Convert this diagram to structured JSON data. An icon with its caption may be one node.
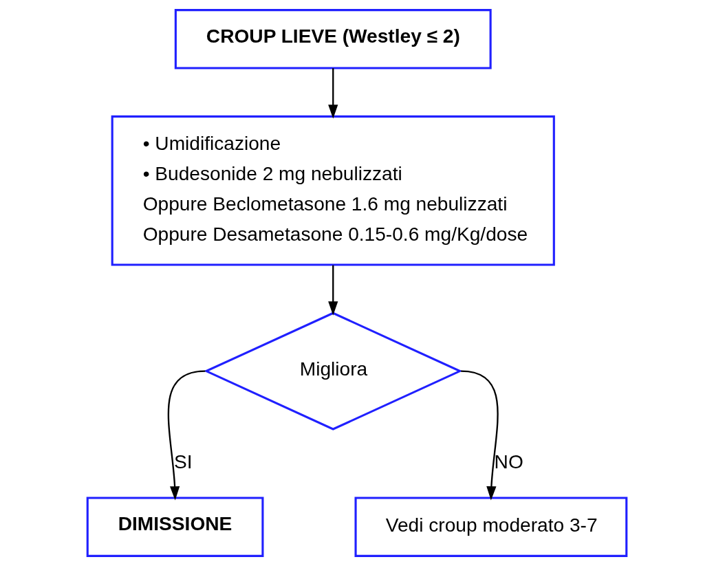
{
  "diagram": {
    "nodes": [
      {
        "text": [
          "CROUP LIEVE (Westley ≤ 2)"
        ]
      },
      {
        "text": [
          "• Umidificazione",
          "• Budesonide 2 mg nebulizzati",
          "Oppure Beclometasone 1.6 mg nebulizzati",
          "Oppure Desametasone 0.15-0.6 mg/Kg/dose"
        ]
      },
      {
        "text": [
          "Migliora"
        ]
      },
      {
        "text": [
          "DIMISSIONE"
        ]
      },
      {
        "text": [
          "Vedi croup moderato 3-7"
        ]
      }
    ],
    "edges": [
      {
        "from": 0,
        "to": 1,
        "arrow": "to"
      },
      {
        "from": 1,
        "to": 2,
        "arrow": "to"
      },
      {
        "from": 2,
        "to": 3,
        "arrow": "to",
        "label": "SI"
      },
      {
        "from": 2,
        "to": 4,
        "arrow": "to",
        "label": "NO"
      }
    ]
  }
}
